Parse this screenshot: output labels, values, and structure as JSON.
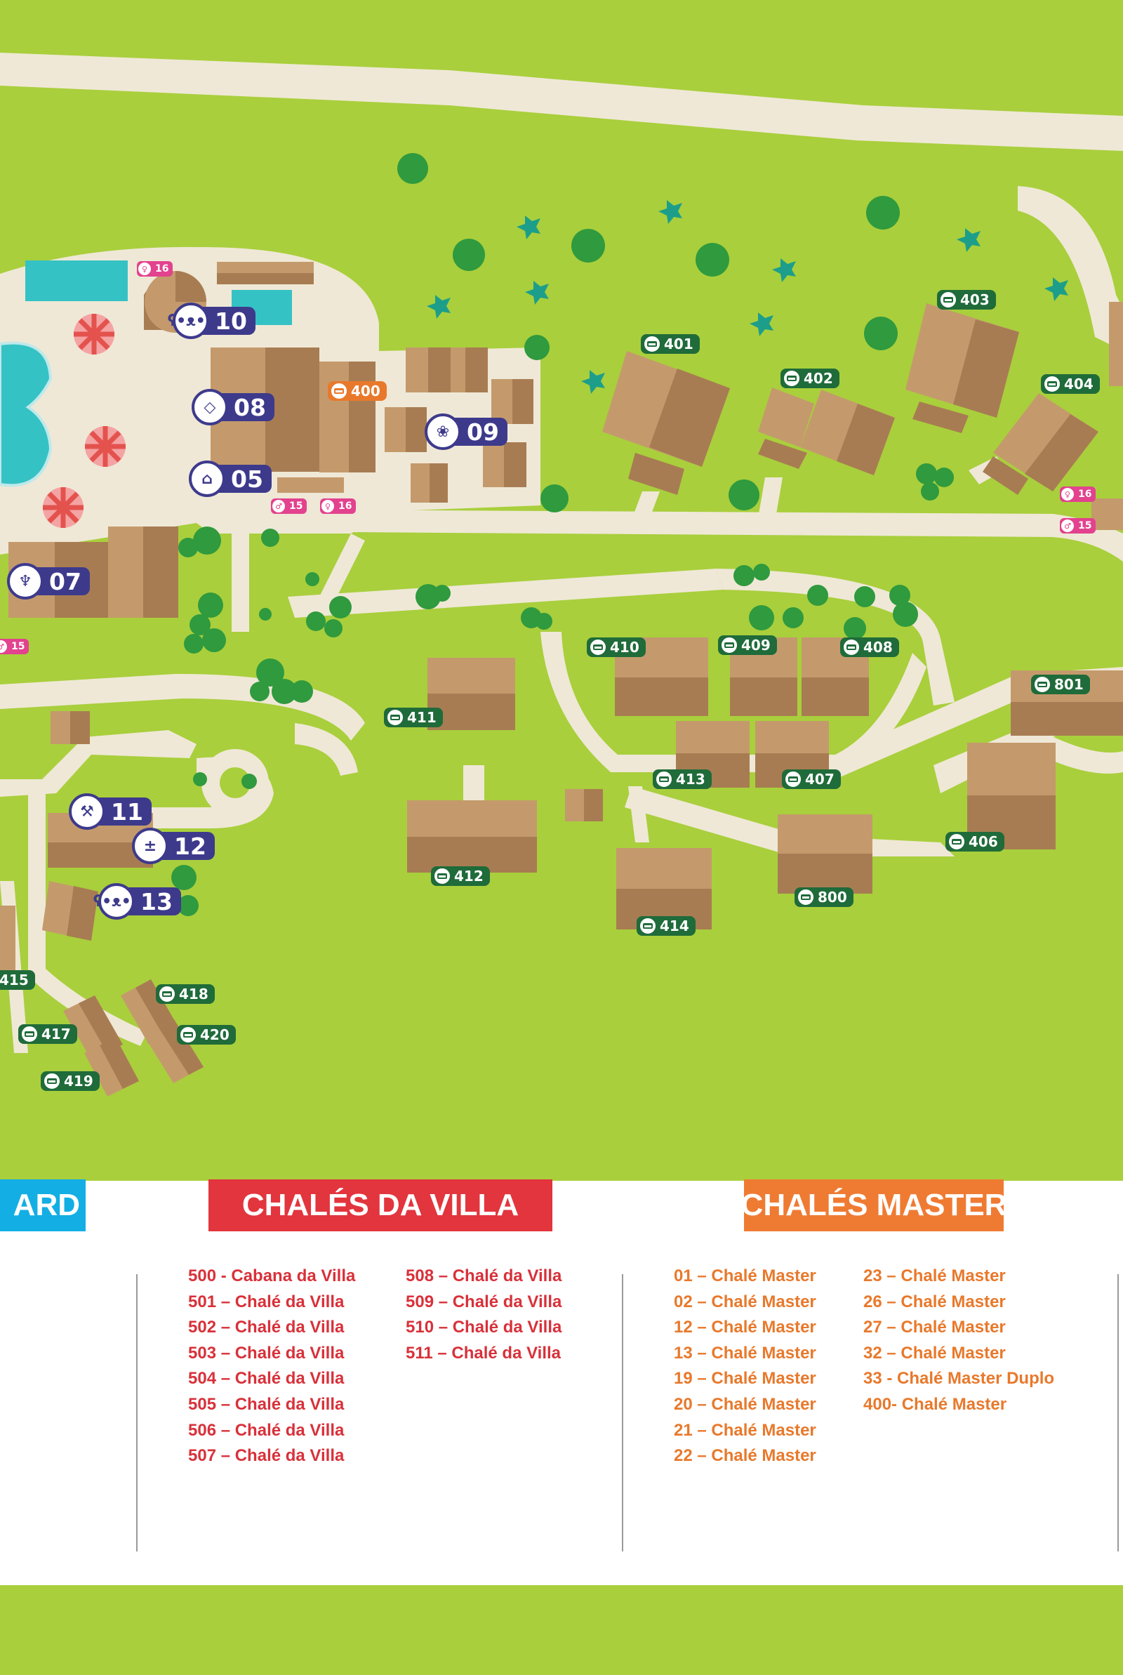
{
  "map": {
    "room_markers": [
      {
        "label": "401",
        "color": "green"
      },
      {
        "label": "402",
        "color": "green"
      },
      {
        "label": "403",
        "color": "green"
      },
      {
        "label": "404",
        "color": "green"
      },
      {
        "label": "400",
        "color": "orange"
      },
      {
        "label": "410",
        "color": "green"
      },
      {
        "label": "409",
        "color": "green"
      },
      {
        "label": "408",
        "color": "green"
      },
      {
        "label": "801",
        "color": "green"
      },
      {
        "label": "411",
        "color": "green"
      },
      {
        "label": "413",
        "color": "green"
      },
      {
        "label": "407",
        "color": "green"
      },
      {
        "label": "406",
        "color": "green"
      },
      {
        "label": "412",
        "color": "green"
      },
      {
        "label": "800",
        "color": "green"
      },
      {
        "label": "414",
        "color": "green"
      },
      {
        "label": "415",
        "color": "green"
      },
      {
        "label": "418",
        "color": "green"
      },
      {
        "label": "417",
        "color": "green"
      },
      {
        "label": "420",
        "color": "green"
      },
      {
        "label": "419",
        "color": "green"
      }
    ],
    "point_markers": [
      {
        "label": "10",
        "icon": "teddy-bear-icon"
      },
      {
        "label": "08",
        "icon": "diamond-icon"
      },
      {
        "label": "05",
        "icon": "shop-icon"
      },
      {
        "label": "09",
        "icon": "lotus-icon"
      },
      {
        "label": "07",
        "icon": "cocktail-icon"
      },
      {
        "label": "11",
        "icon": "dumbbell-icon"
      },
      {
        "label": "12",
        "icon": "calculator-icon"
      },
      {
        "label": "13",
        "icon": "teddy-bear-icon"
      }
    ],
    "service_markers": [
      {
        "label": "16"
      },
      {
        "label": "15"
      },
      {
        "label": "16"
      },
      {
        "label": "16"
      },
      {
        "label": "15"
      },
      {
        "label": "15"
      }
    ]
  },
  "legend": {
    "standard_header": "ARD",
    "villa": {
      "header": "CHALÉS DA VILLA",
      "col1": [
        "500 - Cabana da Villa",
        "501 – Chalé da Villa",
        "502 – Chalé da Villa",
        "503 – Chalé da Villa",
        "504 – Chalé da Villa",
        "505 – Chalé da Villa",
        "506 – Chalé da Villa",
        "507 – Chalé da Villa"
      ],
      "col2": [
        "508 – Chalé da Villa",
        "509 – Chalé da Villa",
        "510 – Chalé da Villa",
        "511 – Chalé da Villa"
      ]
    },
    "master": {
      "header": "CHALÉS MASTER",
      "col1": [
        "01 – Chalé Master",
        "02 – Chalé Master",
        "12 – Chalé Master",
        "13 – Chalé Master",
        "19 – Chalé Master",
        "20 – Chalé Master",
        "21 – Chalé Master",
        "22 – Chalé Master"
      ],
      "col2": [
        "23 – Chalé Master",
        "26 – Chalé Master",
        "27 – Chalé Master",
        "32 – Chalé Master",
        "33 - Chalé Master Duplo",
        "400- Chalé Master"
      ]
    }
  },
  "colors": {
    "grass": "#a9cf3c",
    "path": "#efe8d6",
    "roof_light": "#c49a6c",
    "roof_dark": "#a87c52",
    "pool": "#35c2c4",
    "room_marker": "#1f6b3a",
    "room_marker_master": "#e8792c",
    "point_marker": "#3d3a8c",
    "service_marker": "#e2428e",
    "standard_header": "#13aee4",
    "villa_header": "#e2353d",
    "master_header": "#ef7b33"
  }
}
